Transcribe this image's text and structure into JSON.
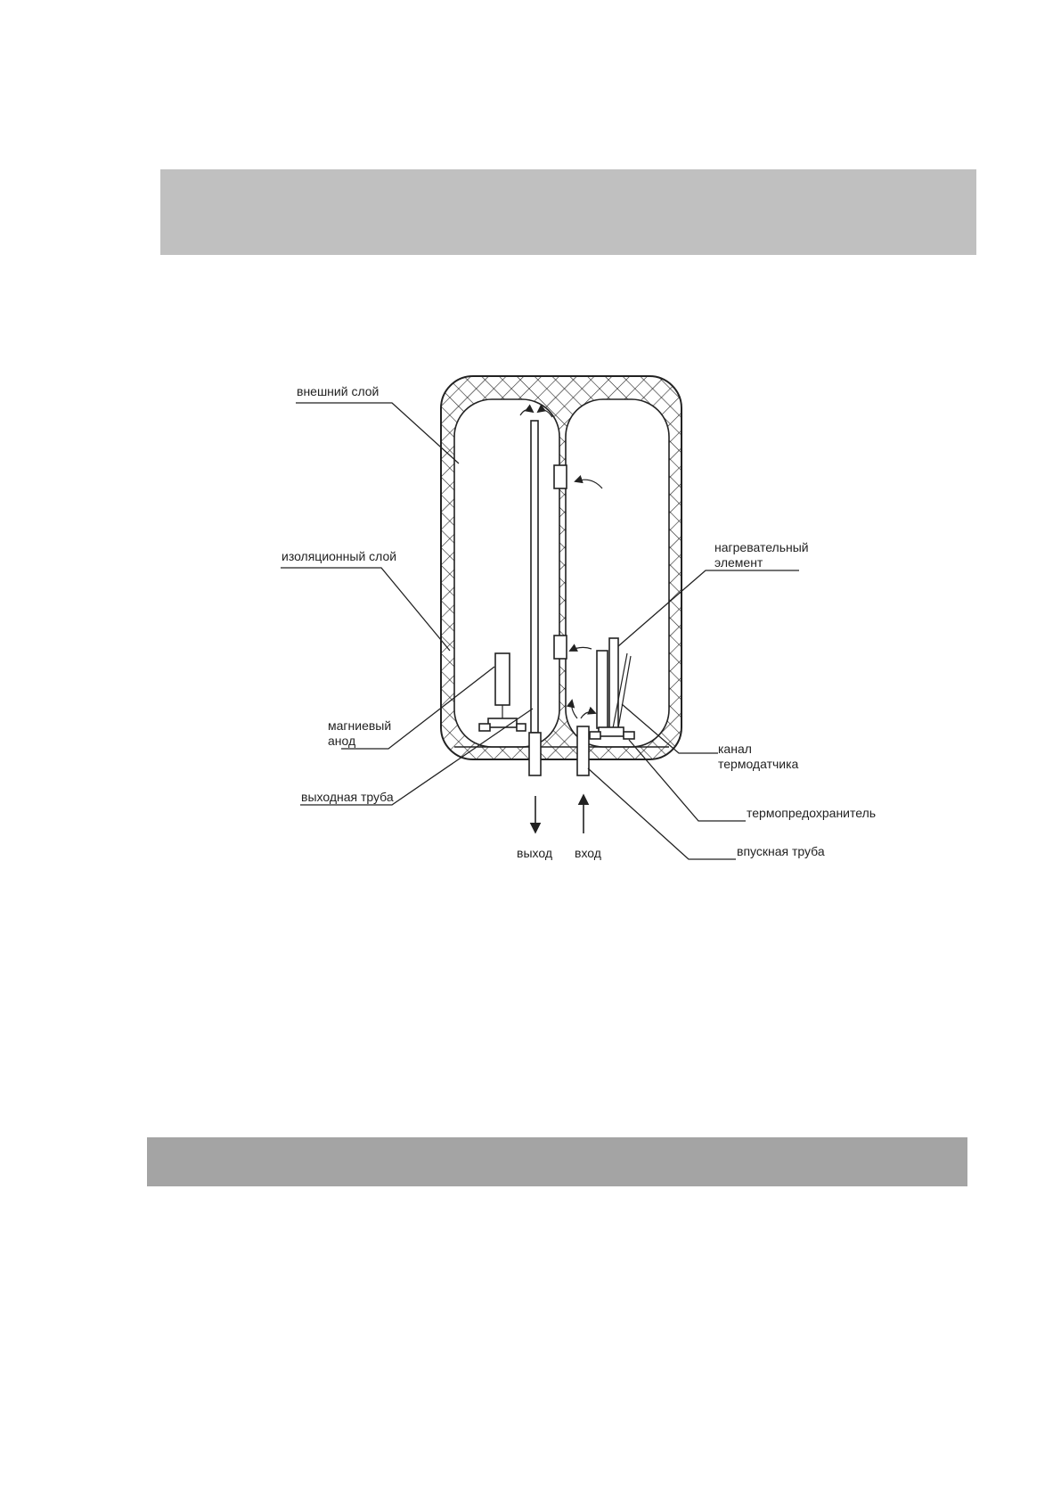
{
  "colors": {
    "band_top": "#c0c0c0",
    "band_bottom": "#a4a4a4",
    "line": "#222222"
  },
  "diagram": {
    "labels": {
      "outer_layer": "внешний слой",
      "insulation_layer": "изоляционный слой",
      "heating_element_1": "нагревательный",
      "heating_element_2": "элемент",
      "magnesium_anode_1": "магниевый",
      "magnesium_anode_2": "анод",
      "sensor_channel_1": "канал",
      "sensor_channel_2": "термодатчика",
      "outlet_pipe": "выходная труба",
      "thermal_fuse": "термопредохранитель",
      "outlet": "выход",
      "inlet": "вход",
      "inlet_pipe": "впускная труба"
    }
  }
}
